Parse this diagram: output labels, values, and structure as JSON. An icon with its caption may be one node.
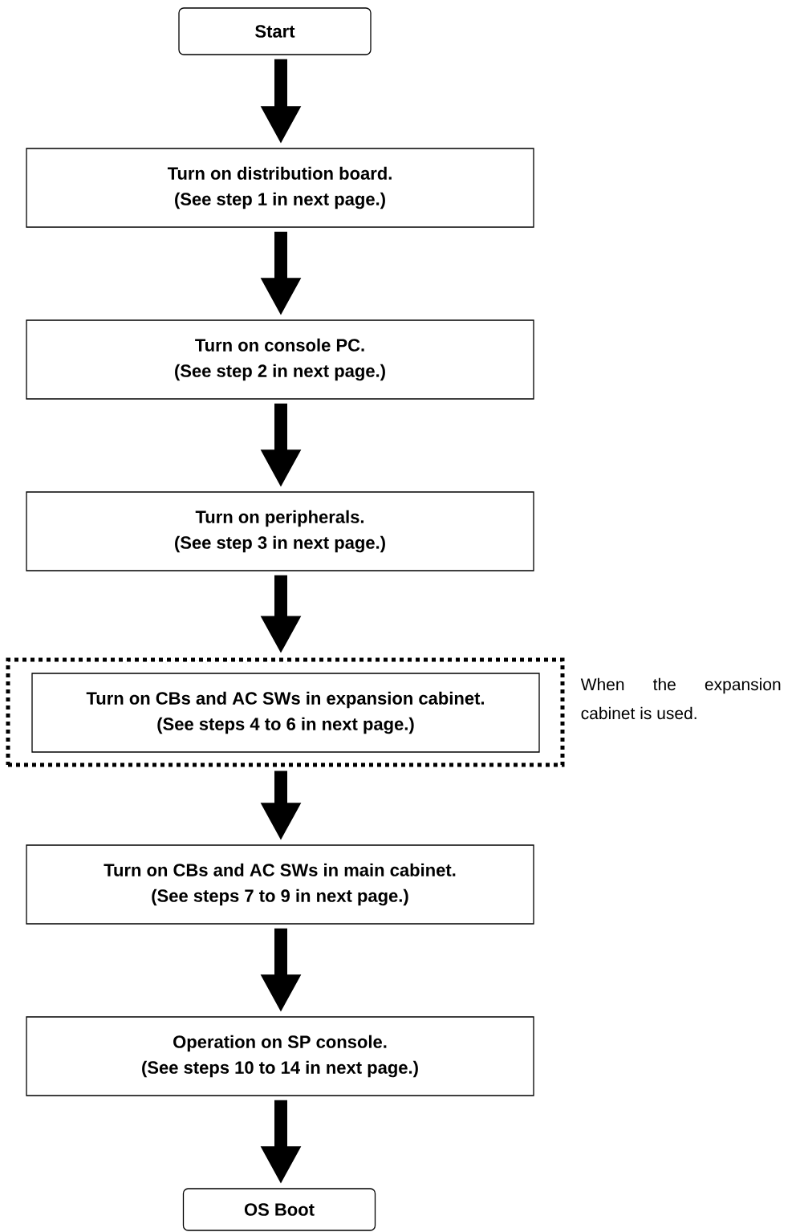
{
  "diagram": {
    "nodes": [
      {
        "text": [
          "Start"
        ]
      },
      {
        "text": [
          "Turn on distribution board.",
          "(See step 1 in next page.)"
        ]
      },
      {
        "text": [
          "Turn on console PC.",
          "(See step 2 in next page.)"
        ]
      },
      {
        "text": [
          "Turn on peripherals.",
          "(See step 3 in next page.)"
        ]
      },
      {
        "text": [],
        "shape": "box",
        "beside": [
          "When the expansion cabinet is used."
        ]
      },
      {
        "text": [
          "Turn on CBs and AC SWs in expansion cabinet.",
          "(See steps 4 to 6 in next page.)"
        ],
        "in": 4
      },
      {
        "text": [
          "Turn on CBs and AC SWs in main cabinet.",
          "(See steps 7 to 9 in next page.)"
        ]
      },
      {
        "text": [
          "Operation on SP console.",
          "(See steps 10 to 14 in next page.)"
        ]
      },
      {
        "text": [
          "OS Boot"
        ]
      }
    ],
    "edges": [
      {
        "from": 0,
        "to": 1,
        "arrow": "to"
      },
      {
        "from": 1,
        "to": 2,
        "arrow": "to"
      },
      {
        "from": 2,
        "to": 3,
        "arrow": "to"
      },
      {
        "from": 3,
        "to": 4,
        "arrow": "to"
      },
      {
        "from": 4,
        "to": 6,
        "arrow": "to"
      },
      {
        "from": 6,
        "to": 7,
        "arrow": "to"
      },
      {
        "from": 7,
        "to": 8,
        "arrow": "to"
      }
    ]
  }
}
